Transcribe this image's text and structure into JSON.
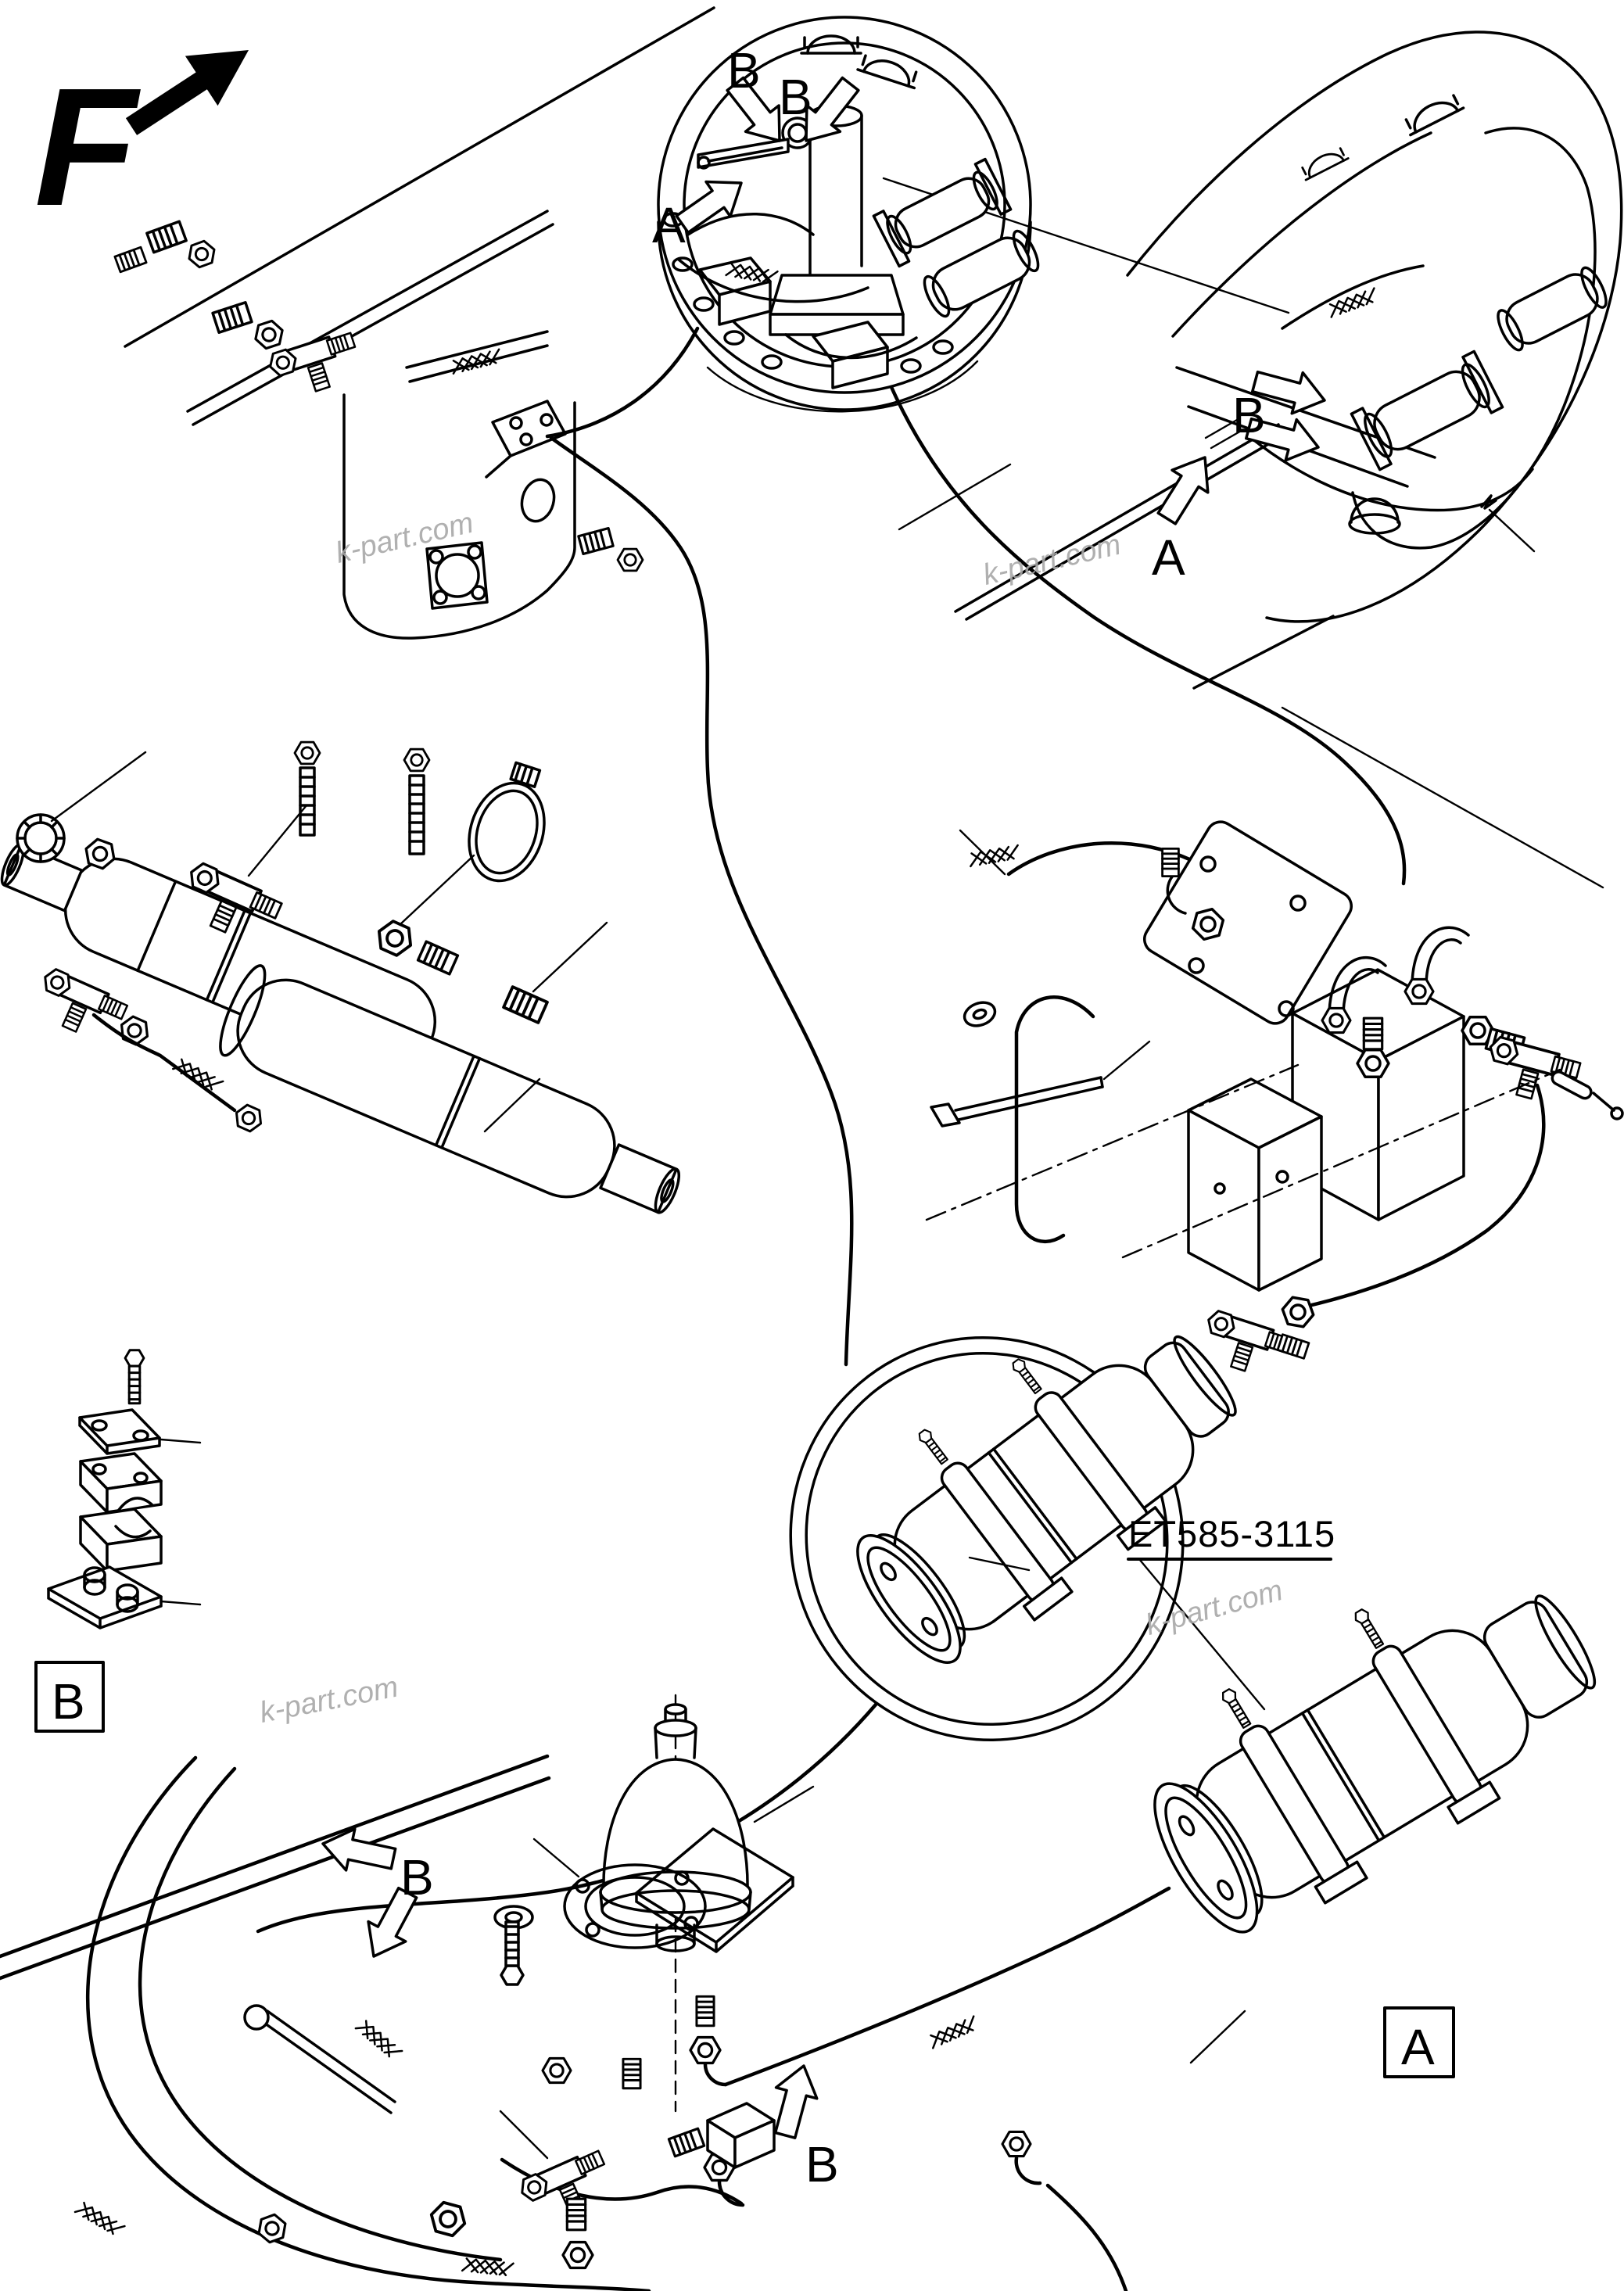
{
  "diagram": {
    "background": "#ffffff",
    "line_color": "#000000",
    "watermark_color": "#a8a8a8"
  },
  "labels": {
    "view_direction": "F",
    "detail_a": "A",
    "detail_b": "B",
    "boxed_detail_a": "A",
    "boxed_detail_b": "B",
    "part_number": "ET585-3115",
    "watermark": "k-part.com"
  }
}
